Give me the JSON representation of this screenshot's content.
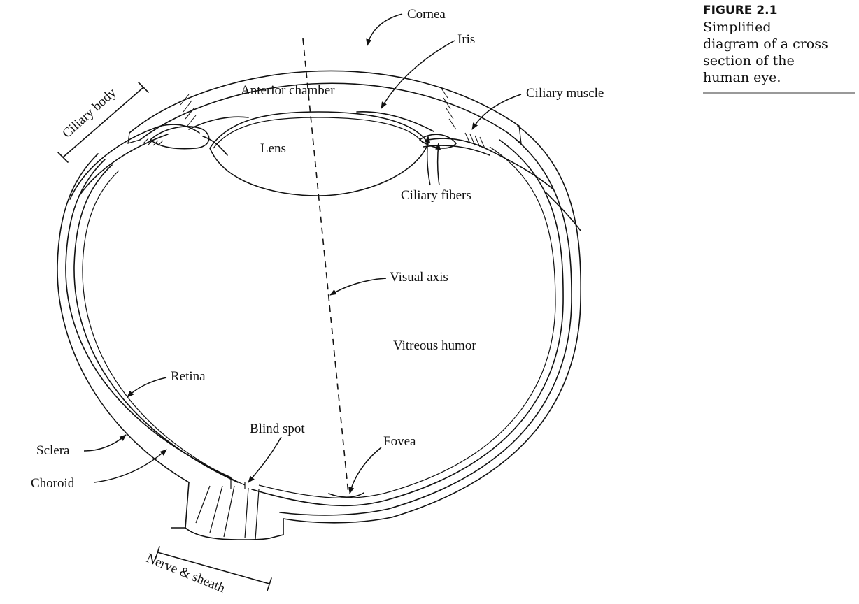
{
  "caption": {
    "title": "FIGURE 2.1",
    "lines": [
      "Simplified",
      "diagram of a cross",
      "section of the",
      "human eye."
    ]
  },
  "labels": {
    "cornea": "Cornea",
    "iris": "Iris",
    "ciliary_muscle": "Ciliary muscle",
    "anterior_chamber": "Anterior chamber",
    "lens": "Lens",
    "ciliary_fibers": "Ciliary fibers",
    "ciliary_body": "Ciliary body",
    "visual_axis": "Visual axis",
    "vitreous_humor": "Vitreous humor",
    "retina": "Retina",
    "blind_spot": "Blind spot",
    "fovea": "Fovea",
    "sclera": "Sclera",
    "choroid": "Choroid",
    "nerve_sheath": "Nerve & sheath"
  }
}
